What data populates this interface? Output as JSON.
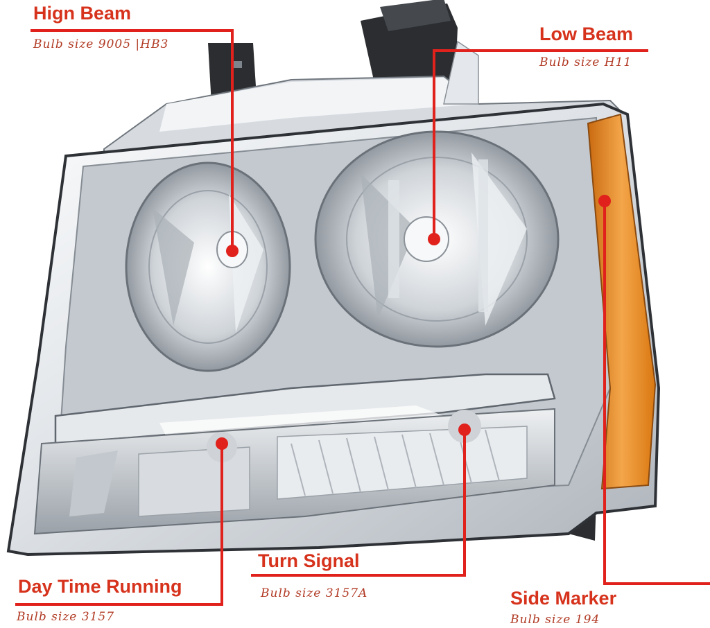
{
  "colors": {
    "callout": "#e0211c",
    "label_text": "#d6321c",
    "spec_text": "#b13a24",
    "chrome_light": "#f1f3f5",
    "chrome_mid": "#b9bfc6",
    "chrome_dark": "#5f666e",
    "housing": "#2b2d30",
    "amber": "#e88a1e"
  },
  "callouts": [
    {
      "id": "high-beam",
      "title": "Hign Beam",
      "spec": "Bulb size 9005 |HB3"
    },
    {
      "id": "low-beam",
      "title": "Low Beam",
      "spec": "Bulb size H11"
    },
    {
      "id": "side-marker",
      "title": "Side Marker",
      "spec": "Bulb size 194"
    },
    {
      "id": "turn-signal",
      "title": "Turn Signal",
      "spec": "Bulb size  3157A"
    },
    {
      "id": "day-time-running",
      "title": "Day Time Running",
      "spec": "Bulb size  3157"
    }
  ]
}
